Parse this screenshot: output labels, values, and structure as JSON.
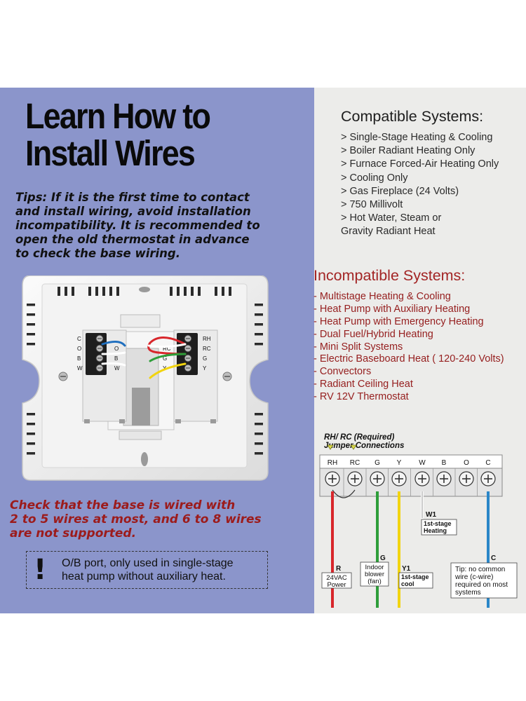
{
  "title_lines": [
    "Learn How to",
    "Install Wires"
  ],
  "tips_lines": [
    "Tips: If it is the first time to contact",
    "and install wiring, avoid installation",
    "incompatibility. It is recommended to",
    "open the old thermostat in advance",
    "to check the base wiring."
  ],
  "check_lines": [
    "Check that the base is wired with",
    "2 to 5 wires at most, and 6 to 8 wires",
    "are not supported."
  ],
  "note": {
    "mark": "!",
    "lines": [
      "O/B port, only used in single-stage",
      "heat pump without auxiliary heat."
    ]
  },
  "base_terminals": {
    "left": [
      "C",
      "O",
      "B",
      "W"
    ],
    "left_wired": [
      "O",
      "B",
      "W"
    ],
    "right": [
      "RH",
      "RC",
      "G",
      "Y"
    ],
    "right_wired": [
      "RC",
      "G",
      "Y"
    ]
  },
  "compatible": {
    "title": "Compatible Systems:",
    "items": [
      "> Single-Stage Heating & Cooling",
      "> Boiler Radiant Heating Only",
      "> Furnace Forced-Air Heating Only",
      "> Cooling Only",
      "> Gas Fireplace (24 Volts)",
      "> 750 Millivolt",
      "> Hot Water, Steam or",
      "Gravity Radiant Heat"
    ]
  },
  "incompatible": {
    "title": "Incompatible Systems:",
    "items": [
      "- Multistage Heating & Cooling",
      "- Heat Pump with Auxiliary Heating",
      "- Heat Pump with Emergency Heating",
      "- Dual Fuel/Hybrid Heating",
      "- Mini Split Systems",
      "- Electric Baseboard Heat ( 120-240 Volts)",
      "- Convectors",
      "- Radiant Ceiling Heat",
      "- RV 12V Thermostat"
    ]
  },
  "wiring": {
    "jumper_title": [
      "RH/ RC (Required)",
      "Jumper Connections"
    ],
    "terminals": [
      "RH",
      "RC",
      "G",
      "Y",
      "W",
      "B",
      "O",
      "C"
    ],
    "wire_labels": {
      "r": {
        "code": "R",
        "desc": [
          "24VAC",
          "Power"
        ]
      },
      "g": {
        "code": "G",
        "desc": [
          "Indoor",
          "blower",
          "(fan)"
        ]
      },
      "y": {
        "code": "Y1",
        "desc": [
          "1st-stage",
          "cool"
        ]
      },
      "w": {
        "code": "W1",
        "desc": [
          "1st-stage",
          "Heating"
        ]
      },
      "c": {
        "code": "C",
        "desc": [
          "Tip: no common",
          "wire (c-wire)",
          "required on most",
          "systems"
        ]
      }
    },
    "colors": {
      "red": "#d8262b",
      "green": "#2e9e3a",
      "yellow": "#f2d40f",
      "blue": "#2a86c8",
      "panel_left": "#8b95cb",
      "panel_right": "#ececea",
      "incompatible_text": "#a32525",
      "check_text": "#9c1b1b"
    }
  }
}
